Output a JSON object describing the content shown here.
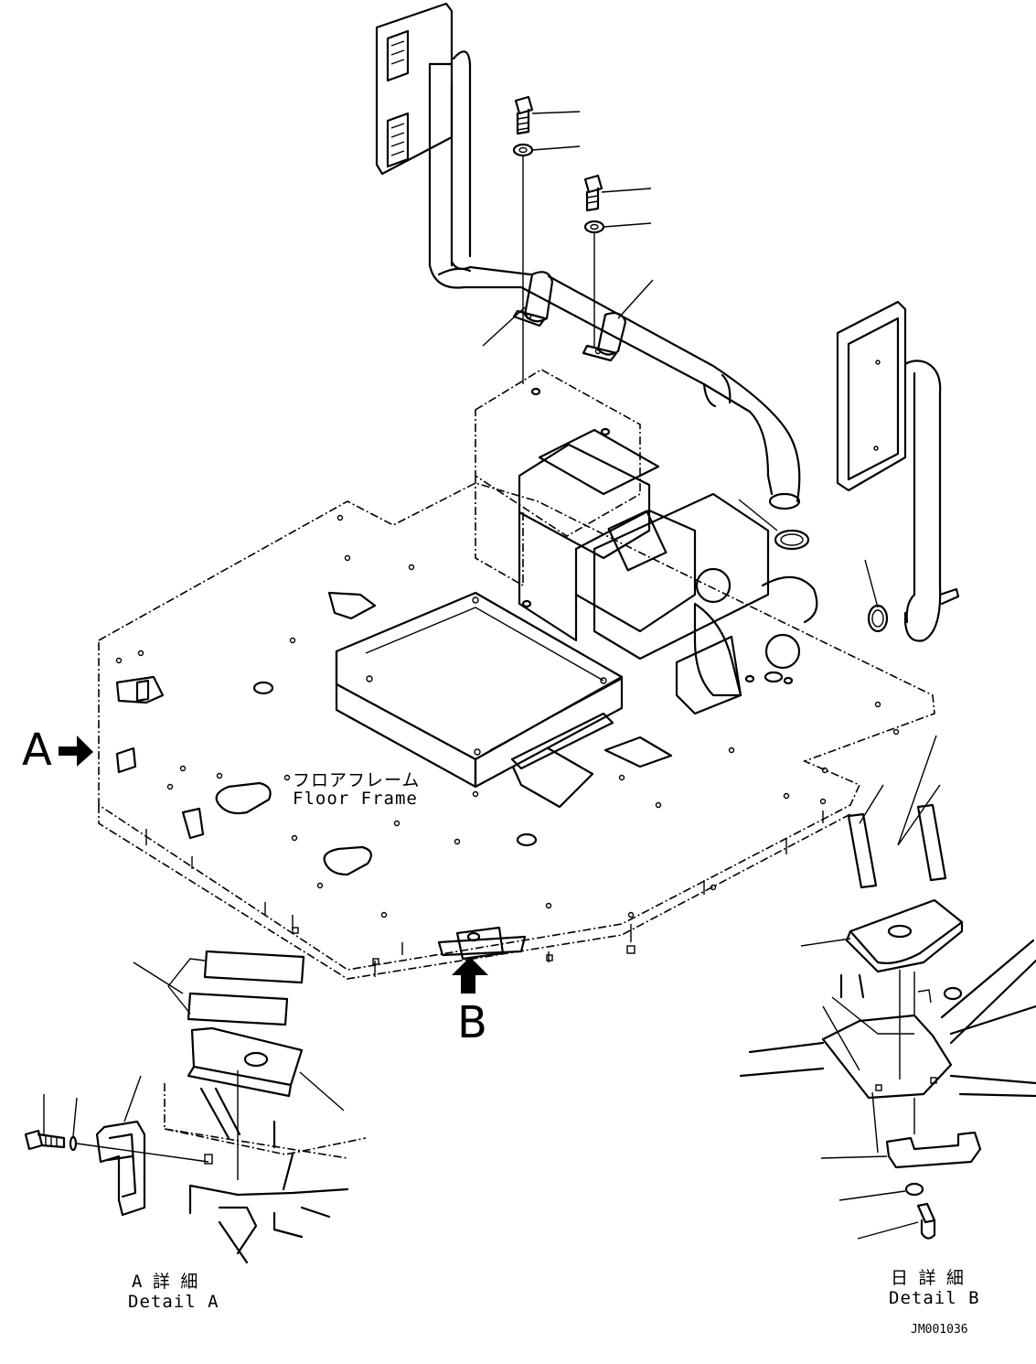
{
  "floor_frame": {
    "ja": "フロアフレーム",
    "en": "Floor Frame"
  },
  "view_a": {
    "letter": "A"
  },
  "view_b": {
    "letter": "B"
  },
  "detail_a": {
    "ja": "A 詳 細",
    "en": "Detail A"
  },
  "detail_b": {
    "ja": "日 詳 細",
    "en": "Detail B"
  },
  "drawing_number": "JM001036"
}
